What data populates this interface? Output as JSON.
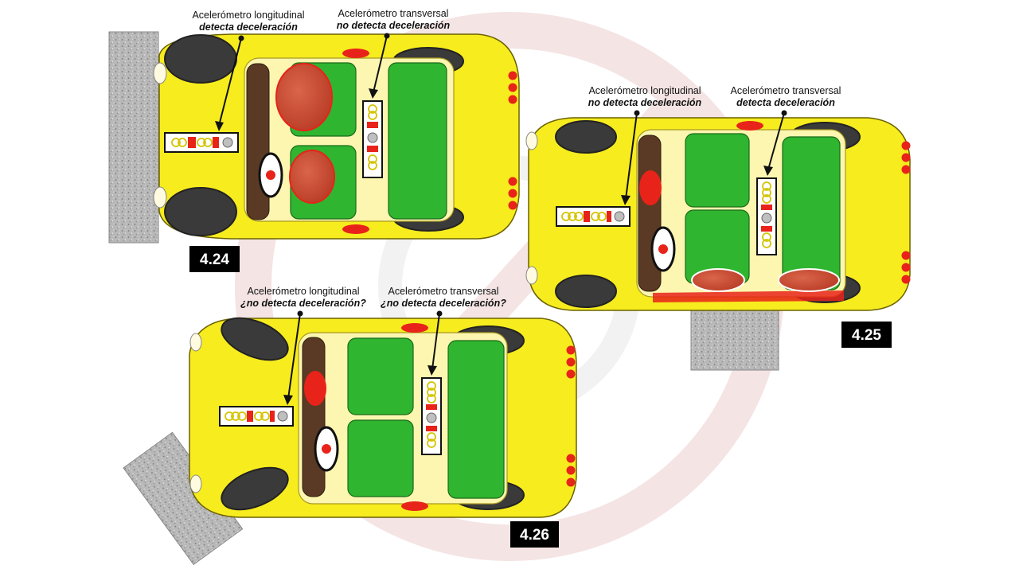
{
  "figures": [
    {
      "number": "4.24",
      "longitudinal": {
        "title": "Acelerómetro longitudinal",
        "status": "detecta deceleración"
      },
      "transversal": {
        "title": "Acelerómetro transversal",
        "status": "no detecta deceleración"
      }
    },
    {
      "number": "4.25",
      "longitudinal": {
        "title": "Acelerómetro longitudinal",
        "status": "no detecta deceleración"
      },
      "transversal": {
        "title": "Acelerómetro transversal",
        "status": "detecta deceleración"
      }
    },
    {
      "number": "4.26",
      "longitudinal": {
        "title": "Acelerómetro longitudinal",
        "status": "¿no detecta deceleración?"
      },
      "transversal": {
        "title": "Acelerómetro transversal",
        "status": "¿no detecta deceleración?"
      }
    }
  ],
  "colors": {
    "car_body": "#f7ec1e",
    "cabin": "#fdf6b0",
    "seat": "#2fb52f",
    "light": "#e8231a",
    "airbag": "#c9422b",
    "wall": "#b9b9b9",
    "figure_badge": "#000000"
  }
}
